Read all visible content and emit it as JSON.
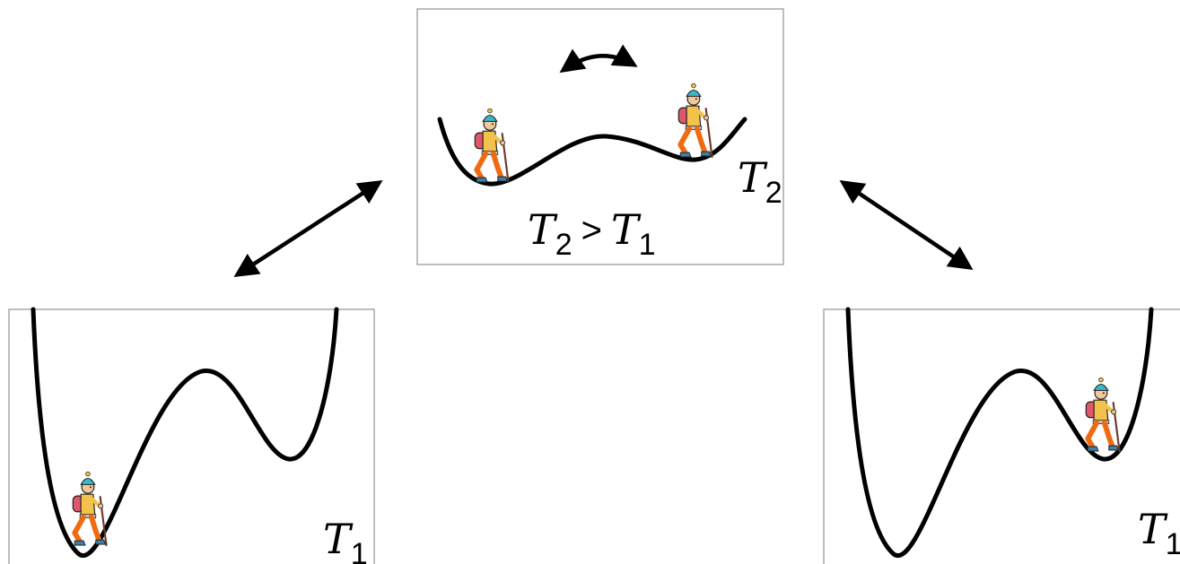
{
  "panels": {
    "top": {
      "temp_symbol": "T",
      "temp_subscript": "2",
      "relation": {
        "left_symbol": "T",
        "left_subscript": "2",
        "operator": ">",
        "right_symbol": "T",
        "right_subscript": "1"
      }
    },
    "bottom_left": {
      "temp_symbol": "T",
      "temp_subscript": "1"
    },
    "bottom_right": {
      "temp_symbol": "T",
      "temp_subscript": "1"
    }
  },
  "colors": {
    "line": "#000000",
    "frame": "#9a9a9a",
    "hiker_skin": "#f2c79b",
    "hiker_shirt": "#f3c24b",
    "hiker_pants": "#f06a12",
    "hiker_backpack": "#e0566b",
    "hiker_hat": "#3ab7c8",
    "hiker_boots": "#3f7fa6"
  },
  "icons": [
    "hiker-icon",
    "double-arrow-icon",
    "curved-double-arrow-icon"
  ]
}
